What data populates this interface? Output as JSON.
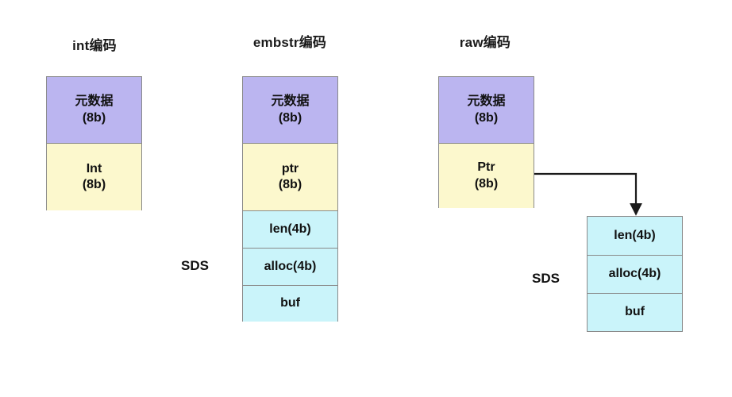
{
  "diagram": {
    "title_int": "int编码",
    "title_embstr": "embstr编码",
    "title_raw": "raw编码",
    "sds_label_middle": "SDS",
    "sds_label_right": "SDS",
    "colors": {
      "metadata_fill": "#bbb5f0",
      "value_fill": "#fcf8cd",
      "sds_fill": "#caf4fa",
      "border": "#8a8a8a",
      "arrow": "#1a1a1a",
      "background": "#ffffff",
      "text": "#111111"
    },
    "columns": [
      {
        "name": "int",
        "title": "int编码",
        "segments": [
          {
            "id": "int-metadata",
            "line1": "元数据",
            "line2": "(8b)",
            "kind": "metadata"
          },
          {
            "id": "int-value",
            "line1": "Int",
            "line2": "(8b)",
            "kind": "value"
          }
        ]
      },
      {
        "name": "embstr",
        "title": "embstr编码",
        "segments": [
          {
            "id": "embstr-metadata",
            "line1": "元数据",
            "line2": "(8b)",
            "kind": "metadata"
          },
          {
            "id": "embstr-ptr",
            "line1": "ptr",
            "line2": "(8b)",
            "kind": "value"
          },
          {
            "id": "embstr-len",
            "line1": "len(4b)",
            "line2": "",
            "kind": "sds"
          },
          {
            "id": "embstr-alloc",
            "line1": "alloc(4b)",
            "line2": "",
            "kind": "sds"
          },
          {
            "id": "embstr-buf",
            "line1": "buf",
            "line2": "",
            "kind": "sds"
          }
        ]
      },
      {
        "name": "raw",
        "title": "raw编码",
        "segments": [
          {
            "id": "raw-metadata",
            "line1": "元数据",
            "line2": "(8b)",
            "kind": "metadata"
          },
          {
            "id": "raw-ptr",
            "line1": "Ptr",
            "line2": "(8b)",
            "kind": "value"
          }
        ],
        "detached_sds": [
          {
            "id": "raw-len",
            "line1": "len(4b)",
            "line2": "",
            "kind": "sds"
          },
          {
            "id": "raw-alloc",
            "line1": "alloc(4b)",
            "line2": "",
            "kind": "sds"
          },
          {
            "id": "raw-buf",
            "line1": "buf",
            "line2": "",
            "kind": "sds"
          }
        ]
      }
    ]
  }
}
